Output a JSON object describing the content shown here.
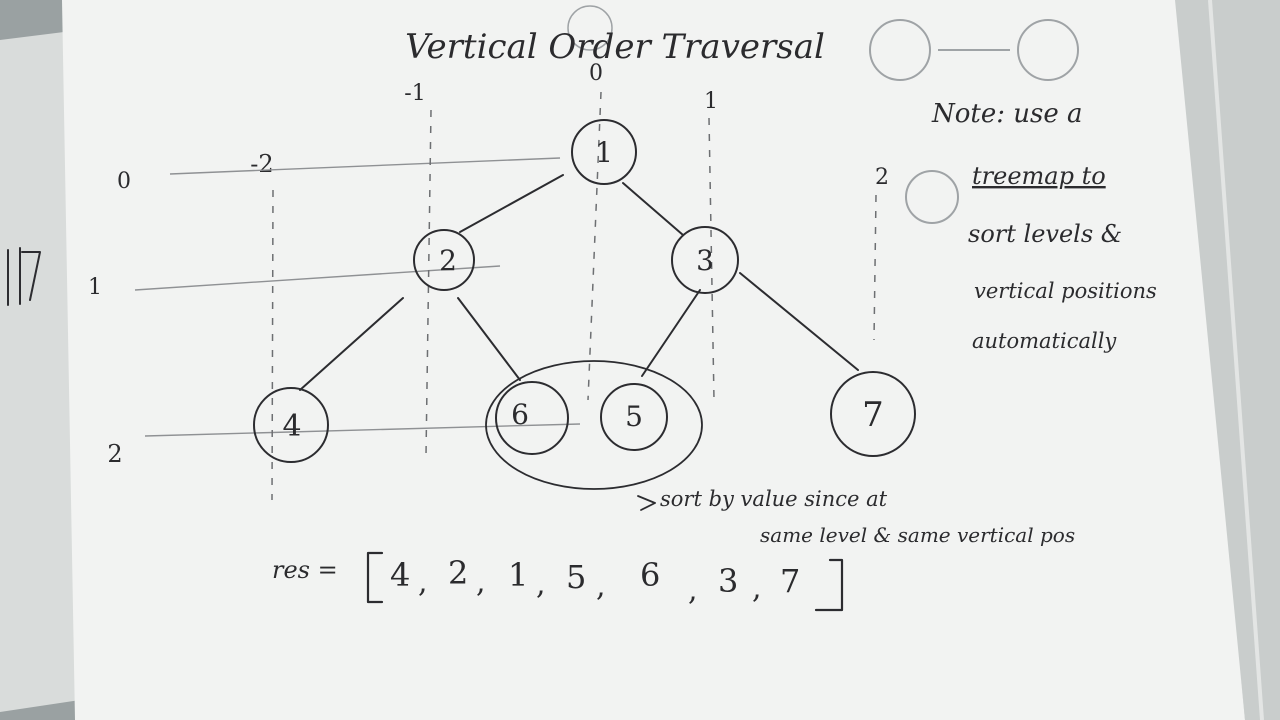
{
  "title": "Vertical Order Traversal",
  "columns": [
    "-2",
    "-1",
    "0",
    "1",
    "2"
  ],
  "levels": [
    "0",
    "1",
    "2"
  ],
  "nodes": [
    "1",
    "2",
    "3",
    "4",
    "6",
    "5",
    "7"
  ],
  "note": {
    "lines": [
      "Note: use a",
      "treemap to",
      "sort levels &",
      "vertical positions",
      "automatically"
    ]
  },
  "annotation": {
    "lines": [
      "sort by value since at",
      "same level & same vertical pos"
    ]
  },
  "result": {
    "label": "res =",
    "values": [
      "4",
      "2",
      "1",
      "5",
      "6",
      "3",
      "7"
    ]
  },
  "colors": {
    "ink": "#2b2b2e",
    "paper": "#f2f3f2",
    "background": "#9aa1a2"
  }
}
